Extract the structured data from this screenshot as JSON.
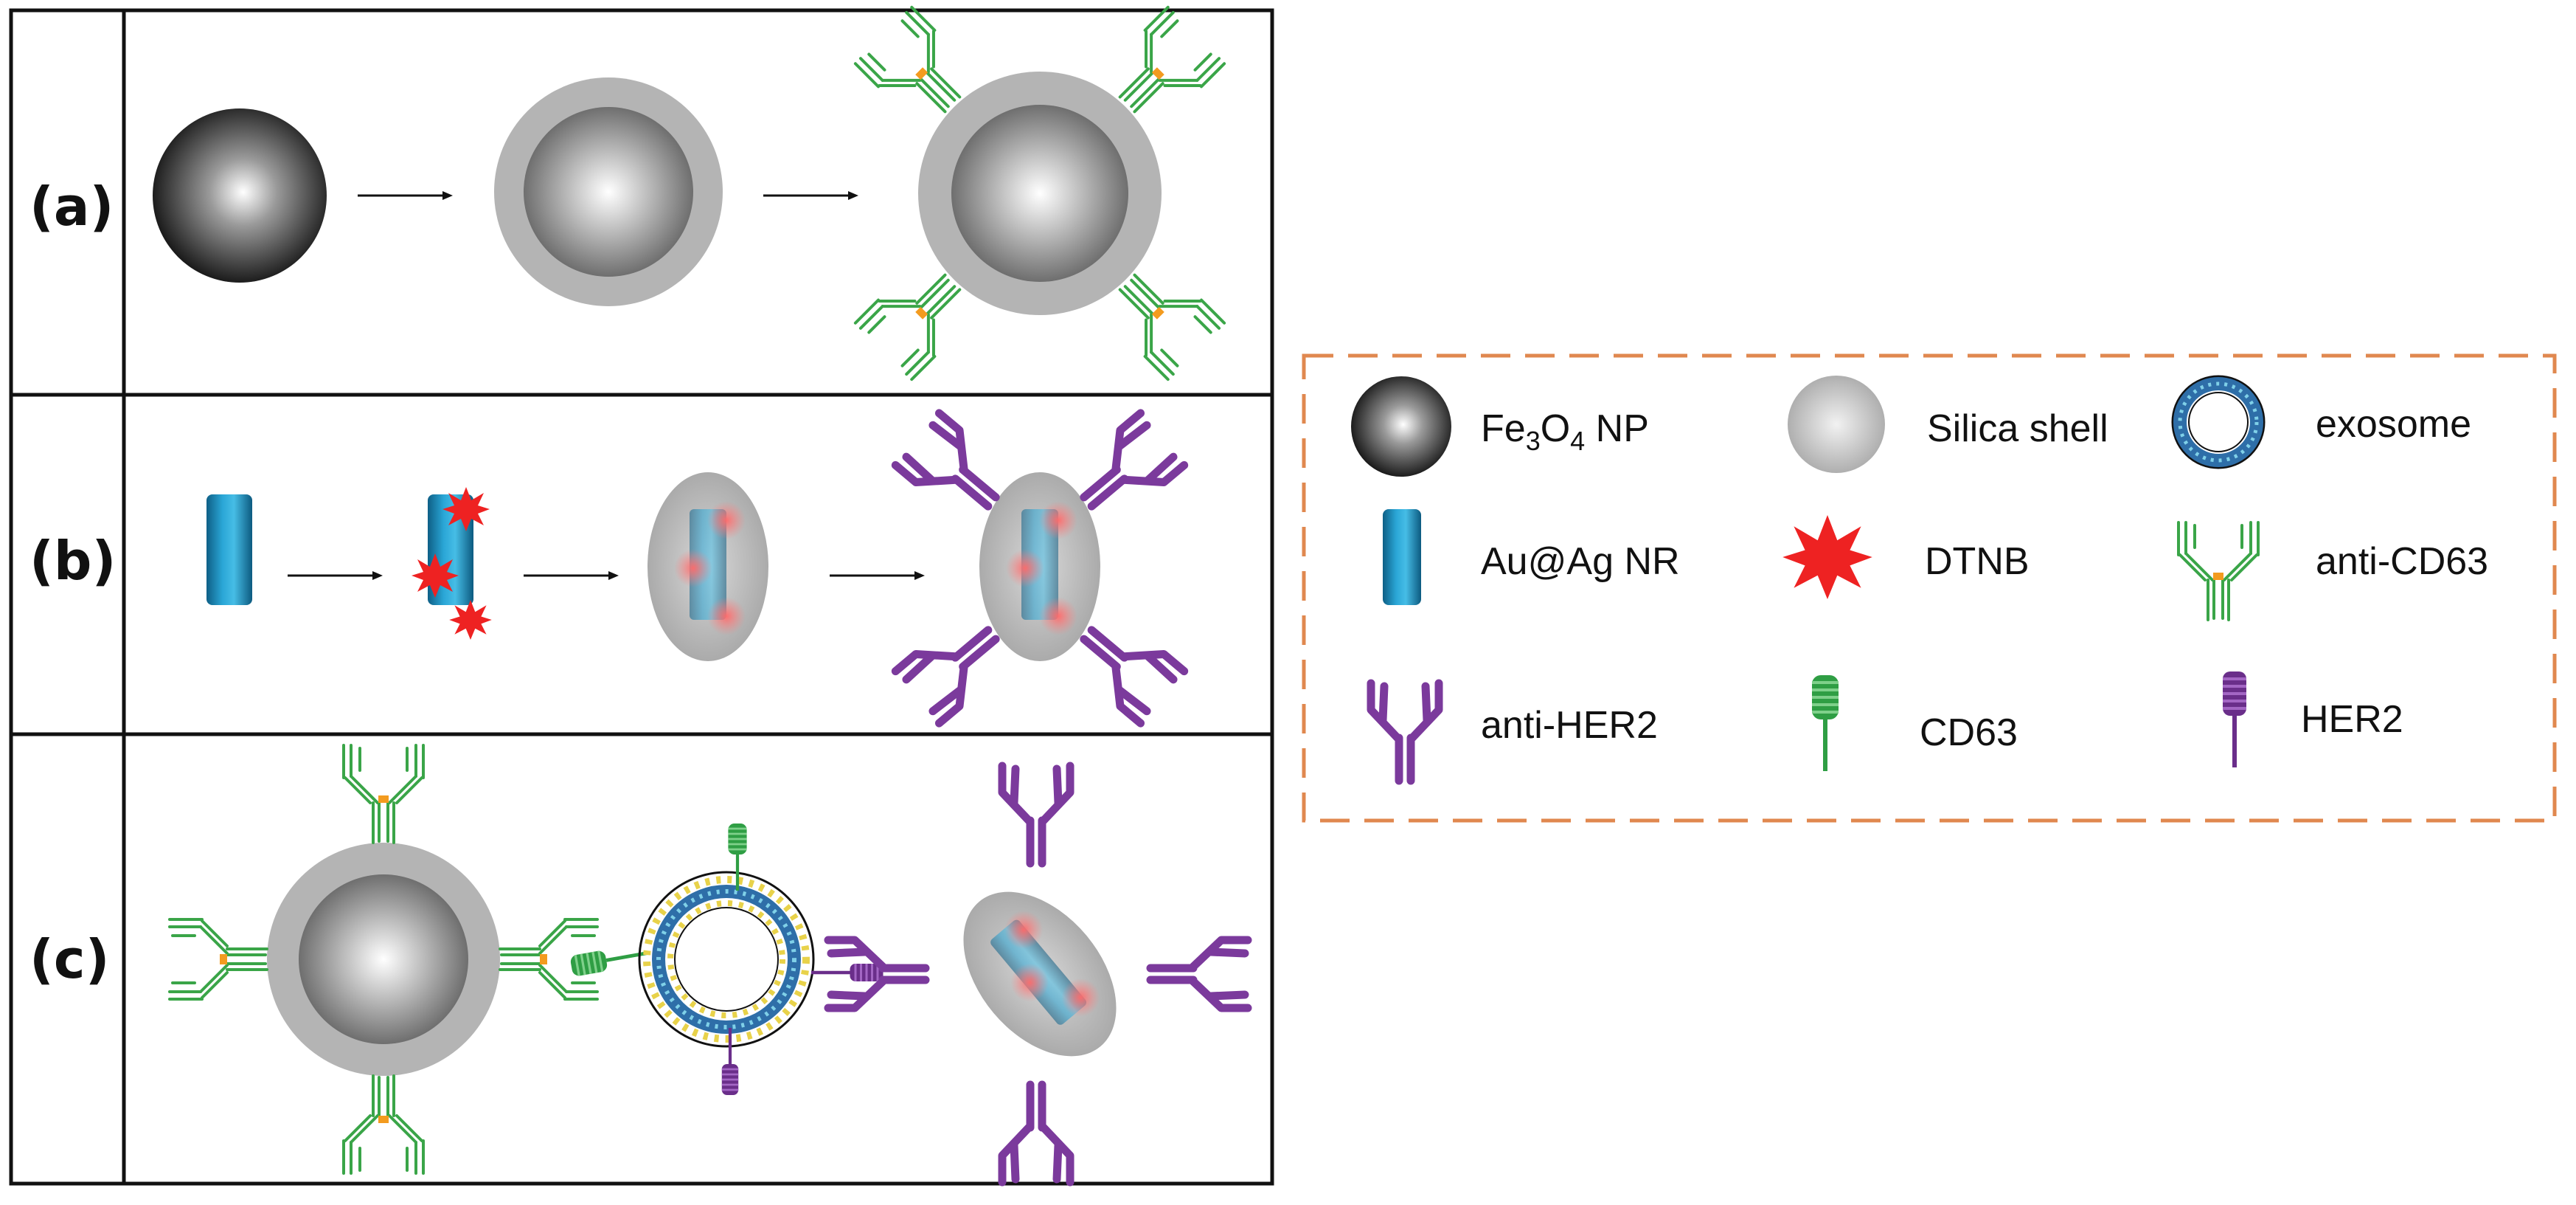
{
  "panels": [
    {
      "id": "a",
      "label": "(a)"
    },
    {
      "id": "b",
      "label": "(b)"
    },
    {
      "id": "c",
      "label": "(c)"
    }
  ],
  "legend": {
    "border_color": "#e0884f",
    "items": [
      {
        "key": "fe3o4",
        "icon": "fe3o4-np-icon",
        "label_main": "Fe",
        "label_sub1": "3",
        "label_mid": "O",
        "label_sub2": "4",
        "label_tail": " NP"
      },
      {
        "key": "silica",
        "icon": "silica-shell-icon",
        "label": "Silica shell"
      },
      {
        "key": "exosome",
        "icon": "exosome-icon",
        "label": "exosome"
      },
      {
        "key": "aunr",
        "icon": "au-ag-nanorod-icon",
        "label": "Au@Ag NR"
      },
      {
        "key": "dtnb",
        "icon": "dtnb-star-icon",
        "label": "DTNB"
      },
      {
        "key": "anticd63",
        "icon": "anti-cd63-antibody-icon",
        "label": "anti-CD63"
      },
      {
        "key": "antiher2",
        "icon": "anti-her2-antibody-icon",
        "label": "anti-HER2"
      },
      {
        "key": "cd63",
        "icon": "cd63-receptor-icon",
        "label": "CD63"
      },
      {
        "key": "her2",
        "icon": "her2-receptor-icon",
        "label": "HER2"
      }
    ]
  },
  "colors": {
    "green_antibody": "#3aa548",
    "purple_antibody": "#7b3a9c",
    "orange_hinge": "#f39b1f",
    "dtnb_red": "#ee2222",
    "nanorod_blue": "#1a8fc0",
    "silica_gray": "#b4b4b4",
    "panel_border": "#111111"
  }
}
